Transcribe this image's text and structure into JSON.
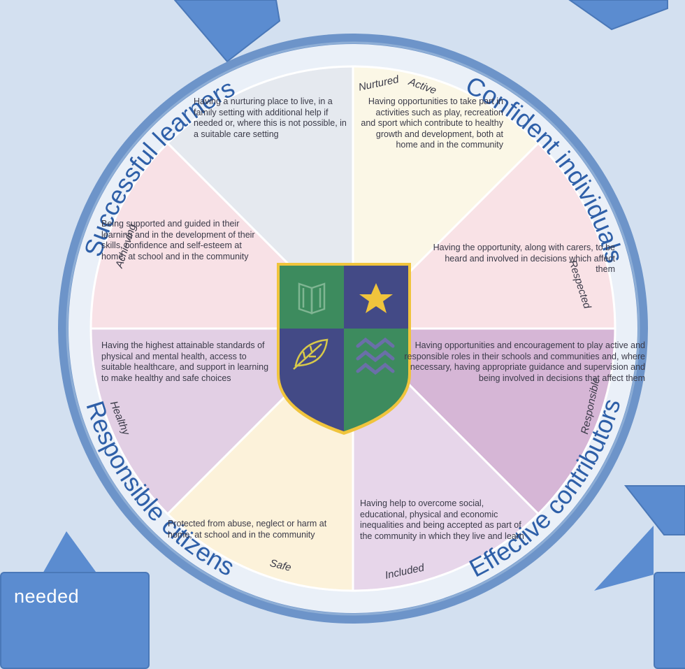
{
  "wheel": {
    "outcomes": [
      {
        "id": "successful-learners",
        "label": "Successful learners"
      },
      {
        "id": "confident-individuals",
        "label": "Confident individuals"
      },
      {
        "id": "responsible-citizens",
        "label": "Responsible citizens"
      },
      {
        "id": "effective-contributors",
        "label": "Effective contributors"
      }
    ],
    "indicators": [
      {
        "id": "nurtured",
        "label": "Nurtured",
        "color": "#fbf7e6",
        "text": "Having a nurturing place to live, in a family setting with additional help if needed or, where this is not possible, in a suitable care setting"
      },
      {
        "id": "active",
        "label": "Active",
        "color": "#f9e2e6",
        "text": "Having opportunities to take part in activities such as play, recreation and sport which contribute to healthy growth and development, both at home and in the community"
      },
      {
        "id": "respected",
        "label": "Respected",
        "color": "#d6b6d6",
        "text": "Having the opportunity, along with carers, to be heard and involved in decisions which affect them"
      },
      {
        "id": "responsible",
        "label": "Responsible",
        "color": "#e7d6ea",
        "text": "Having opportunities and encouragement to play active and responsible roles in their schools and communities and, where necessary, having appropriate guidance and supervision and being involved in decisions that affect them"
      },
      {
        "id": "included",
        "label": "Included",
        "color": "#fcf2da",
        "text": "Having help to overcome social, educational, physical and economic inequalities and being accepted as part of the community in which they live and learn"
      },
      {
        "id": "safe",
        "label": "Safe",
        "color": "#e2cfe4",
        "text": "Protected from abuse, neglect or harm at home, at school and in the community"
      },
      {
        "id": "healthy",
        "label": "Healthy",
        "color": "#f8e1e6",
        "text": "Having the highest attainable standards of physical and mental health, access to suitable healthcare, and support in learning to make healthy and safe choices"
      },
      {
        "id": "achieving",
        "label": "Achieving",
        "color": "#e5e9ef",
        "text": "Being supported and guided in their learning and in the development of their skills, confidence and self-esteem at home, at school and in the community"
      }
    ]
  },
  "crest": {
    "colors": {
      "green": "#3d8b5e",
      "purple": "#434a86",
      "gold": "#f0c43c"
    },
    "icons": [
      "book-icon",
      "star-icon",
      "leaf-icon",
      "waves-icon"
    ]
  },
  "callouts": {
    "bottom_left_text": "needed"
  },
  "colors": {
    "background": "#d3e0f0",
    "ring": "#6d94c9",
    "outcome_text": "#2e5fa8",
    "callout": "#5b8cd0"
  }
}
